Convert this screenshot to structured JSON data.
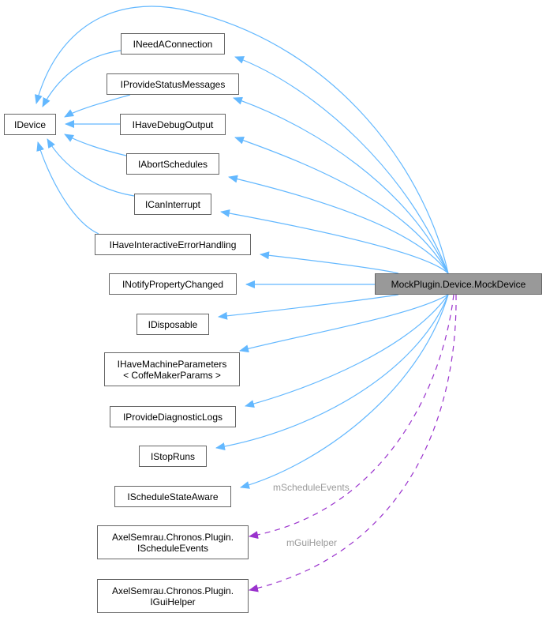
{
  "diagram": {
    "type": "inheritance-collaboration-graph",
    "main_node": {
      "id": "mock",
      "label": "MockPlugin.Device.MockDevice"
    },
    "nodes": [
      {
        "id": "idevice",
        "lines": [
          "IDevice"
        ]
      },
      {
        "id": "ineedaconnection",
        "lines": [
          "INeedAConnection"
        ]
      },
      {
        "id": "iprovidestatusmessages",
        "lines": [
          "IProvideStatusMessages"
        ]
      },
      {
        "id": "ihavedebugoutput",
        "lines": [
          "IHaveDebugOutput"
        ]
      },
      {
        "id": "iabortschedules",
        "lines": [
          "IAbortSchedules"
        ]
      },
      {
        "id": "icaninterrupt",
        "lines": [
          "ICanInterrupt"
        ]
      },
      {
        "id": "ihaveinteractiveerrorhandling",
        "lines": [
          "IHaveInteractiveErrorHandling"
        ]
      },
      {
        "id": "inotifypropertychanged",
        "lines": [
          "INotifyPropertyChanged"
        ]
      },
      {
        "id": "idisposable",
        "lines": [
          "IDisposable"
        ]
      },
      {
        "id": "ihavemachineparameters",
        "lines": [
          "IHaveMachineParameters",
          "< CoffeMakerParams >"
        ]
      },
      {
        "id": "iprovidediagnosticlogs",
        "lines": [
          "IProvideDiagnosticLogs"
        ]
      },
      {
        "id": "istopruns",
        "lines": [
          "IStopRuns"
        ]
      },
      {
        "id": "ischedulestateaware",
        "lines": [
          "IScheduleStateAware"
        ]
      },
      {
        "id": "ischeduleevents",
        "lines": [
          "AxelSemrau.Chronos.Plugin.",
          "IScheduleEvents"
        ]
      },
      {
        "id": "iguihelper",
        "lines": [
          "AxelSemrau.Chronos.Plugin.",
          "IGuiHelper"
        ]
      }
    ],
    "edges": [
      {
        "from": "mock",
        "to": "idevice",
        "kind": "inherit"
      },
      {
        "from": "mock",
        "to": "ineedaconnection",
        "kind": "inherit"
      },
      {
        "from": "mock",
        "to": "iprovidestatusmessages",
        "kind": "inherit"
      },
      {
        "from": "mock",
        "to": "ihavedebugoutput",
        "kind": "inherit"
      },
      {
        "from": "mock",
        "to": "iabortschedules",
        "kind": "inherit"
      },
      {
        "from": "mock",
        "to": "icaninterrupt",
        "kind": "inherit"
      },
      {
        "from": "mock",
        "to": "ihaveinteractiveerrorhandling",
        "kind": "inherit"
      },
      {
        "from": "mock",
        "to": "inotifypropertychanged",
        "kind": "inherit"
      },
      {
        "from": "mock",
        "to": "idisposable",
        "kind": "inherit"
      },
      {
        "from": "mock",
        "to": "ihavemachineparameters",
        "kind": "inherit"
      },
      {
        "from": "mock",
        "to": "iprovidediagnosticlogs",
        "kind": "inherit"
      },
      {
        "from": "mock",
        "to": "istopruns",
        "kind": "inherit"
      },
      {
        "from": "mock",
        "to": "ischedulestateaware",
        "kind": "inherit"
      },
      {
        "from": "ineedaconnection",
        "to": "idevice",
        "kind": "inherit"
      },
      {
        "from": "iprovidestatusmessages",
        "to": "idevice",
        "kind": "inherit"
      },
      {
        "from": "ihavedebugoutput",
        "to": "idevice",
        "kind": "inherit"
      },
      {
        "from": "iabortschedules",
        "to": "idevice",
        "kind": "inherit"
      },
      {
        "from": "icaninterrupt",
        "to": "idevice",
        "kind": "inherit"
      },
      {
        "from": "ihaveinteractiveerrorhandling",
        "to": "idevice",
        "kind": "inherit"
      },
      {
        "from": "mock",
        "to": "ischeduleevents",
        "kind": "usage",
        "label": "mScheduleEvents"
      },
      {
        "from": "mock",
        "to": "iguihelper",
        "kind": "usage",
        "label": "mGuiHelper"
      }
    ],
    "colors": {
      "inherit_edge": "#63b8ff",
      "usage_edge": "#9a32cd",
      "node_border": "#666666",
      "main_node_fill": "#999999",
      "edge_label": "#9a9a9a"
    }
  }
}
